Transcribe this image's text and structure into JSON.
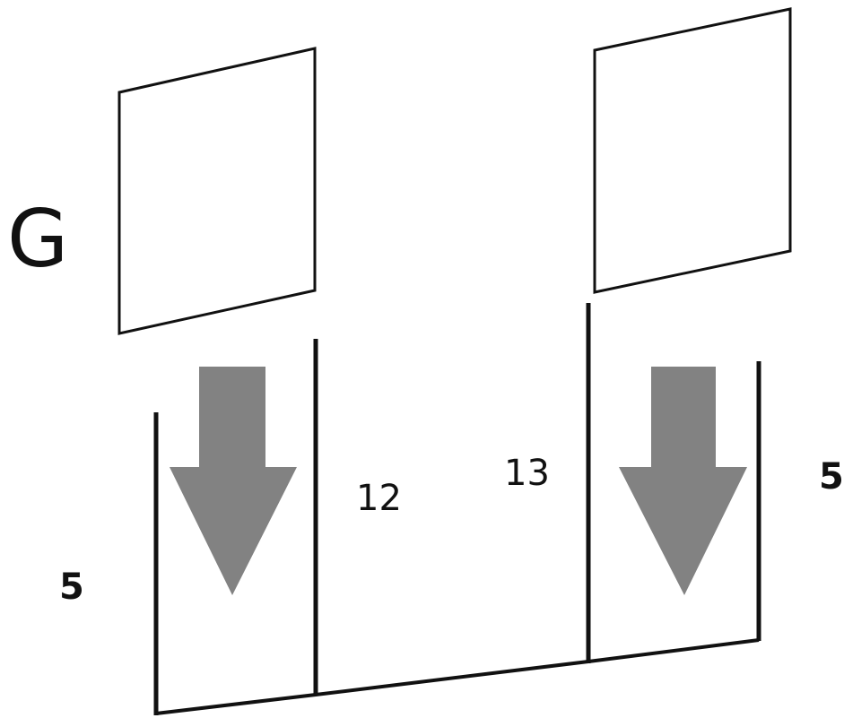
{
  "diagram": {
    "label_g": "G",
    "label_left_wall": "5",
    "label_first_divider": "12",
    "label_second_divider": "13",
    "label_right_wall": "5"
  },
  "colors": {
    "line": "#111111",
    "arrow": "#828282",
    "background": "#ffffff"
  }
}
